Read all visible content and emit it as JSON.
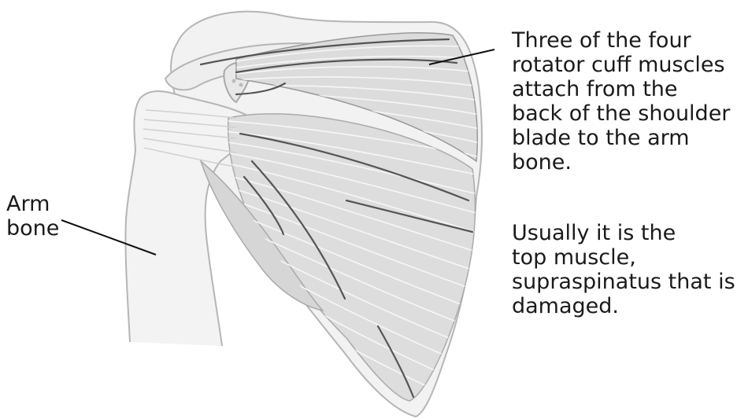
{
  "labels": {
    "arm_bone": "Arm\nbone",
    "rotator_cuff": "Three of the four\nrotator cuff muscles\nattach from the\nback of the shoulder\nblade to the arm\nbone.",
    "supraspinatus": "Usually it is the\ntop muscle,\nsupraspinatus that is\ndamaged."
  },
  "colors": {
    "bone_fill": "#f2f2f2",
    "bone_outline": "#b5b5b5",
    "muscle_fill": "#dddddd",
    "fiber_light": "#f7f7f7",
    "fiber_dark": "#555555",
    "leader_line": "#111111"
  }
}
